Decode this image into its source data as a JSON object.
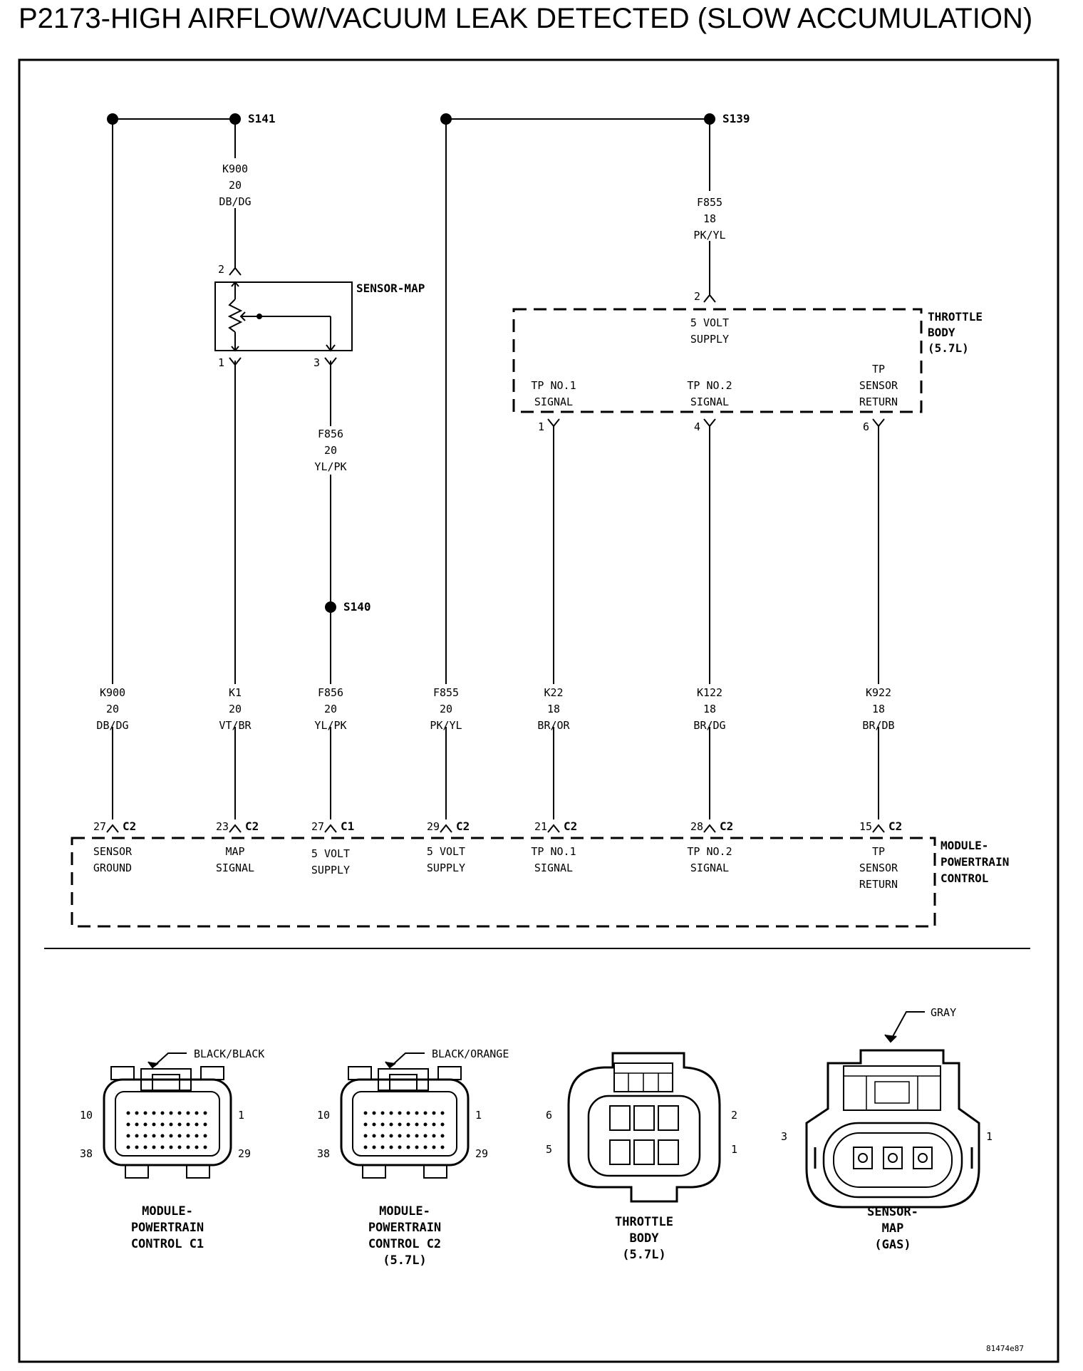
{
  "title": "P2173-HIGH AIRFLOW/VACUUM LEAK DETECTED (SLOW ACCUMULATION)",
  "splices": {
    "s141": "S141",
    "s139": "S139",
    "s140": "S140"
  },
  "wires": {
    "k900": {
      "code": "K900",
      "gauge": "20",
      "color": "DB/DG"
    },
    "k1": {
      "code": "K1",
      "gauge": "20",
      "color": "VT/BR"
    },
    "f856": {
      "code": "F856",
      "gauge": "20",
      "color": "YL/PK"
    },
    "f855_top": {
      "code": "F855",
      "gauge": "18",
      "color": "PK/YL"
    },
    "f855": {
      "code": "F855",
      "gauge": "20",
      "color": "PK/YL"
    },
    "k22": {
      "code": "K22",
      "gauge": "18",
      "color": "BR/OR"
    },
    "k122": {
      "code": "K122",
      "gauge": "18",
      "color": "BR/DG"
    },
    "k922": {
      "code": "K922",
      "gauge": "18",
      "color": "BR/DB"
    }
  },
  "sensor_map": {
    "name": "SENSOR-MAP",
    "pin_top": "2",
    "pin_left": "1",
    "pin_right": "3"
  },
  "throttle_body": {
    "name_line1": "THROTTLE",
    "name_line2": "BODY",
    "name_line3": "(5.7L)",
    "pin_top": "2",
    "supply_line1": "5 VOLT",
    "supply_line2": "SUPPLY",
    "tp1_line1": "TP NO.1",
    "tp1_line2": "SIGNAL",
    "tp1_pin": "1",
    "tp2_line1": "TP NO.2",
    "tp2_line2": "SIGNAL",
    "tp2_pin": "4",
    "ret_line1": "TP",
    "ret_line2": "SENSOR",
    "ret_line3": "RETURN",
    "ret_pin": "6"
  },
  "pcm": {
    "name_line1": "MODULE-",
    "name_line2": "POWERTRAIN",
    "name_line3": "CONTROL",
    "pins": [
      {
        "pin": "27",
        "conn": "C2",
        "line1": "SENSOR",
        "line2": "GROUND",
        "line3": ""
      },
      {
        "pin": "23",
        "conn": "C2",
        "line1": "MAP",
        "line2": "SIGNAL",
        "line3": ""
      },
      {
        "pin": "27",
        "conn": "C1",
        "line1": "5 VOLT",
        "line2": "SUPPLY",
        "line3": ""
      },
      {
        "pin": "29",
        "conn": "C2",
        "line1": "5 VOLT",
        "line2": "SUPPLY",
        "line3": ""
      },
      {
        "pin": "21",
        "conn": "C2",
        "line1": "TP NO.1",
        "line2": "SIGNAL",
        "line3": ""
      },
      {
        "pin": "28",
        "conn": "C2",
        "line1": "TP NO.2",
        "line2": "SIGNAL",
        "line3": ""
      },
      {
        "pin": "15",
        "conn": "C2",
        "line1": "TP",
        "line2": "SENSOR",
        "line3": "RETURN"
      }
    ]
  },
  "connectors": {
    "c1": {
      "color_label": "BLACK/BLACK",
      "pin_tl": "10",
      "pin_tr": "1",
      "pin_bl": "38",
      "pin_br": "29",
      "name_line1": "MODULE-",
      "name_line2": "POWERTRAIN",
      "name_line3": "CONTROL C1"
    },
    "c2": {
      "color_label": "BLACK/ORANGE",
      "pin_tl": "10",
      "pin_tr": "1",
      "pin_bl": "38",
      "pin_br": "29",
      "name_line1": "MODULE-",
      "name_line2": "POWERTRAIN",
      "name_line3": "CONTROL C2",
      "name_line4": "(5.7L)"
    },
    "tb": {
      "pin_tl": "6",
      "pin_tr": "2",
      "pin_bl": "5",
      "pin_br": "1",
      "name_line1": "THROTTLE",
      "name_line2": "BODY",
      "name_line3": "(5.7L)"
    },
    "map": {
      "color_label": "GRAY",
      "pin_left": "3",
      "pin_right": "1",
      "name_line1": "SENSOR-",
      "name_line2": "MAP",
      "name_line3": "(GAS)"
    }
  },
  "figure_id": "81474e87"
}
